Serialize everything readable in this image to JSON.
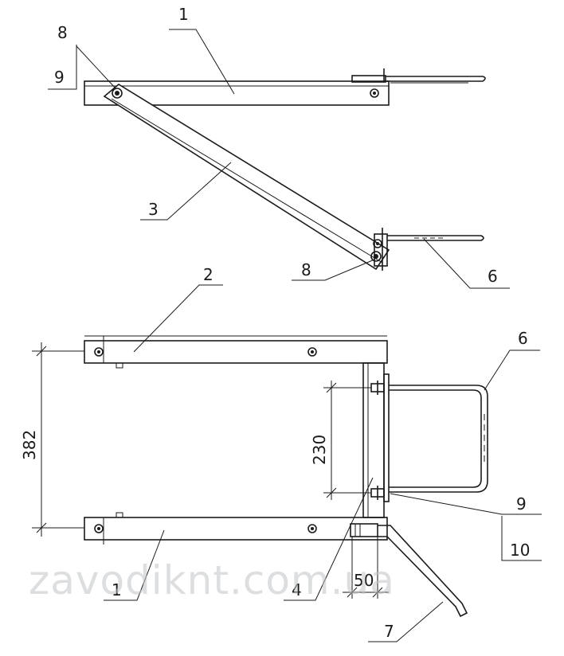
{
  "callouts": {
    "c1_top": "1",
    "c8_top": "8",
    "c9_top": "9",
    "c3": "3",
    "c8_mid": "8",
    "c6_top": "6",
    "c2": "2",
    "c6_bottom": "6",
    "c9_bottom": "9",
    "c10": "10",
    "c1_bottom": "1",
    "c4": "4",
    "c7": "7"
  },
  "dimensions": {
    "d382": "382",
    "d230": "230",
    "d50": "50"
  },
  "watermark": "zavodiknt.com.ua"
}
